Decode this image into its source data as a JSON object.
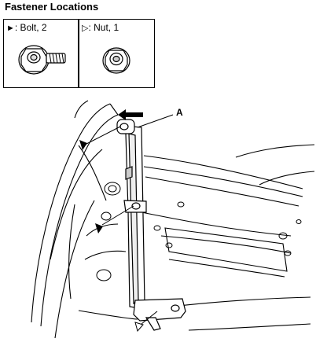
{
  "title": "Fastener Locations",
  "legend": [
    {
      "marker": "►",
      "text": ": Bolt, 2",
      "fastener": "bolt"
    },
    {
      "marker": "▷",
      "text": ": Nut, 1",
      "fastener": "nut"
    }
  ],
  "callout": "A"
}
